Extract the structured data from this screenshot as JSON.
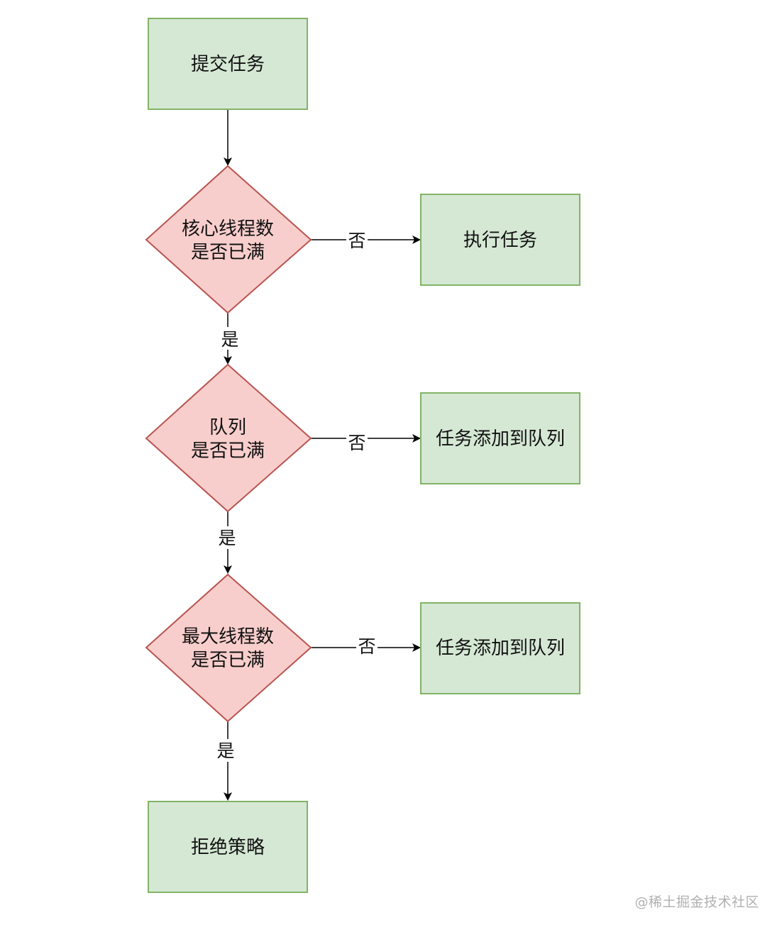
{
  "colors": {
    "process_fill": "#d5e8d4",
    "process_stroke": "#82b366",
    "decision_fill": "#f8cecc",
    "decision_stroke": "#b85450",
    "edge": "#000000",
    "watermark": "#b0b0b0"
  },
  "nodes": {
    "submit_task": "提交任务",
    "core_full": [
      "核心线程数",
      "是否已满"
    ],
    "execute_task": "执行任务",
    "queue_full": [
      "队列",
      "是否已满"
    ],
    "add_to_queue_1": "任务添加到队列",
    "max_full": [
      "最大线程数",
      "是否已满"
    ],
    "add_to_queue_2": "任务添加到队列",
    "reject_policy": "拒绝策略"
  },
  "edges": {
    "no_label": "否",
    "yes_label": "是"
  },
  "watermark": "@稀土掘金技术社区"
}
